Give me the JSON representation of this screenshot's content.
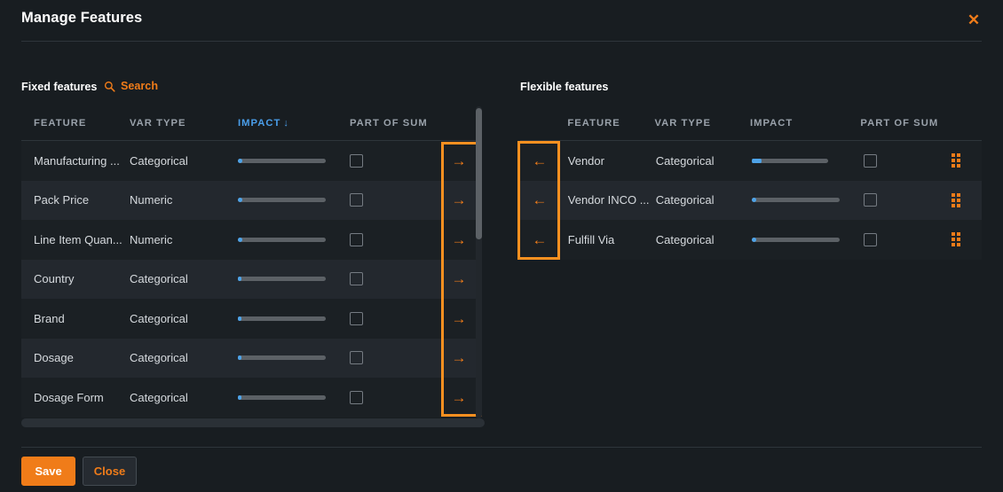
{
  "dialog": {
    "title": "Manage Features",
    "close_icon": "close-icon"
  },
  "left_panel": {
    "label": "Fixed features",
    "search_label": "Search",
    "search_icon": "search-icon",
    "columns": [
      "FEATURE",
      "VAR TYPE",
      "IMPACT",
      "PART OF SUM"
    ],
    "sorted_column": "IMPACT",
    "sort_direction": "desc",
    "sort_arrow": "↓",
    "move_icon": "arrow-right-icon",
    "rows": [
      {
        "feature": "Manufacturing ...",
        "var_type": "Categorical",
        "impact": 5,
        "part_of_sum": false
      },
      {
        "feature": "Pack Price",
        "var_type": "Numeric",
        "impact": 5,
        "part_of_sum": false
      },
      {
        "feature": "Line Item Quan...",
        "var_type": "Numeric",
        "impact": 5,
        "part_of_sum": false
      },
      {
        "feature": "Country",
        "var_type": "Categorical",
        "impact": 4,
        "part_of_sum": false
      },
      {
        "feature": "Brand",
        "var_type": "Categorical",
        "impact": 4,
        "part_of_sum": false
      },
      {
        "feature": "Dosage",
        "var_type": "Categorical",
        "impact": 4,
        "part_of_sum": false
      },
      {
        "feature": "Dosage Form",
        "var_type": "Categorical",
        "impact": 4,
        "part_of_sum": false
      }
    ]
  },
  "right_panel": {
    "label": "Flexible features",
    "columns": [
      "FEATURE",
      "VAR TYPE",
      "IMPACT",
      "PART OF SUM"
    ],
    "move_icon": "arrow-left-icon",
    "handle_icon": "drag-handle-icon",
    "rows": [
      {
        "feature": "Vendor",
        "var_type": "Categorical",
        "impact": 8,
        "part_of_sum": false
      },
      {
        "feature": "Vendor INCO ...",
        "var_type": "Categorical",
        "impact": 5,
        "part_of_sum": false
      },
      {
        "feature": "Fulfill Via",
        "var_type": "Categorical",
        "impact": 5,
        "part_of_sum": false
      }
    ]
  },
  "footer": {
    "save_label": "Save",
    "close_label": "Close"
  },
  "colors": {
    "accent": "#f07c19",
    "highlight": "#f99020",
    "sort_blue": "#4a9eea",
    "bar_fill": "#4ea3e8",
    "bar_track": "#5c6166",
    "background": "#181d21",
    "row_odd": "#1b2024",
    "row_even": "#23282e"
  }
}
